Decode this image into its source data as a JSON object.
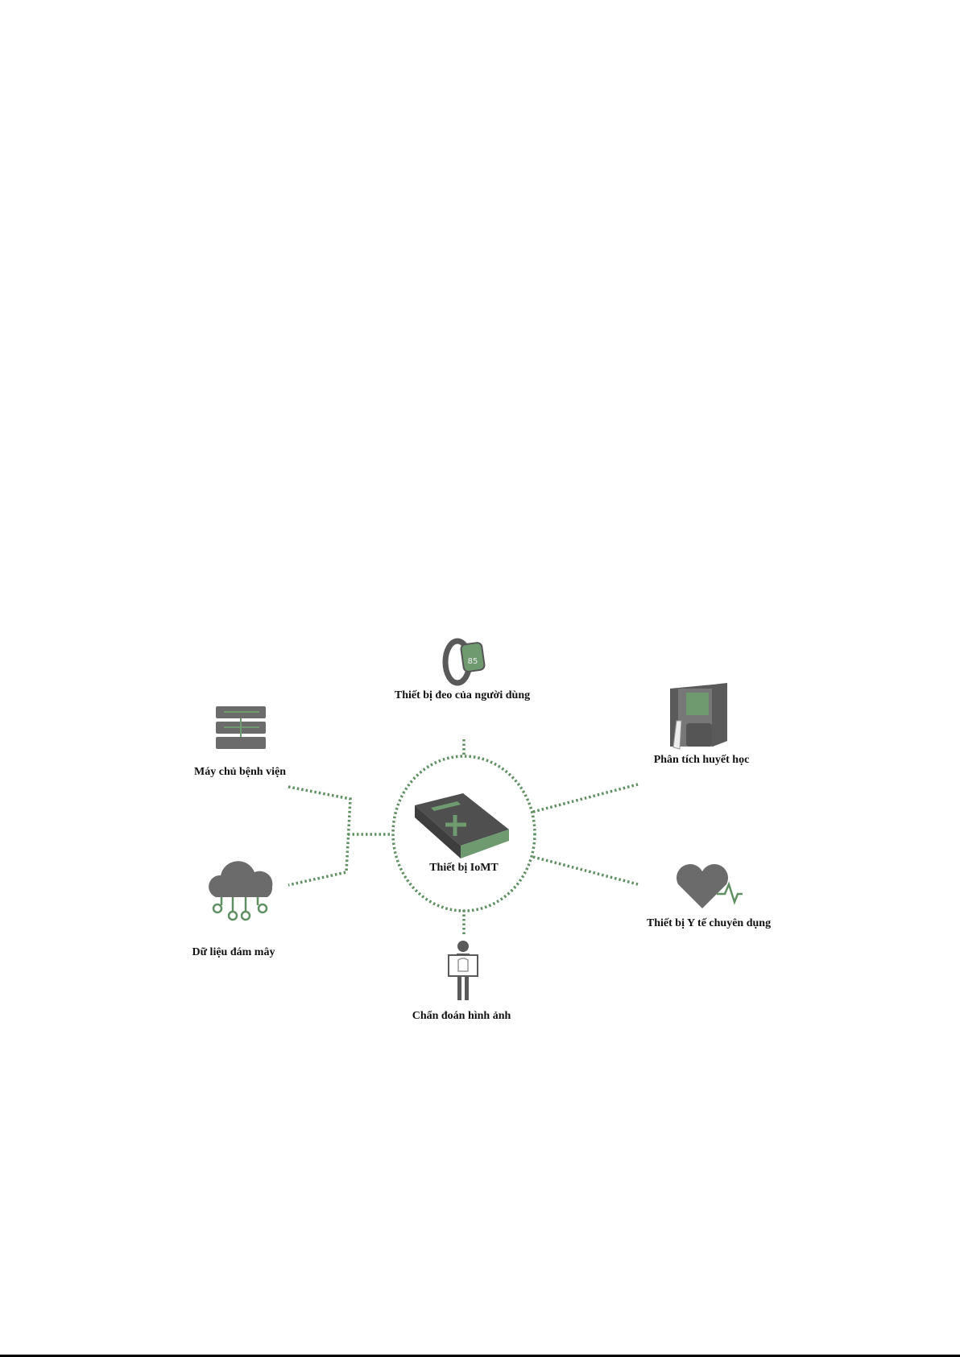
{
  "diagram": {
    "center": {
      "label": "Thiết bị IoMT"
    },
    "nodes": {
      "wearable": {
        "label": "Thiết bị đeo của người dùng",
        "screen_value": "85"
      },
      "server": {
        "label": "Máy chủ bệnh viện"
      },
      "hematology": {
        "label": "Phân tích huyết học"
      },
      "cloud": {
        "label": "Dữ liệu đám mây"
      },
      "medical": {
        "label": "Thiết bị Y tế chuyên dụng"
      },
      "imaging": {
        "label": "Chẩn đoán hình ảnh"
      }
    },
    "colors": {
      "gray": "#6b6b6b",
      "green": "#5f8f62",
      "dark": "#4a4a4a"
    }
  }
}
